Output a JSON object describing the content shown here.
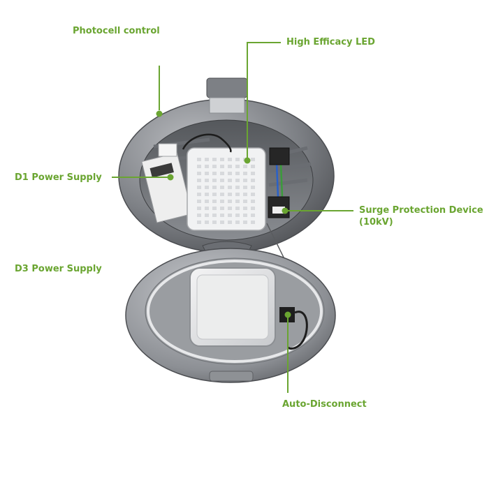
{
  "colors": {
    "label": "#6aa531",
    "leader": "#6aa531",
    "housing_dark": "#5c5e62",
    "housing_light": "#b9bbbf",
    "interior": "#7d8085",
    "pcb": "#f1f2f3"
  },
  "callouts": {
    "photocell": "Photocell control",
    "led": "High Efficacy LED",
    "d1": "D1 Power Supply",
    "surge_line1": "Surge Protection Device",
    "surge_line2": "(10kV)",
    "d3": "D3 Power Supply",
    "auto": "Auto-Disconnect"
  }
}
